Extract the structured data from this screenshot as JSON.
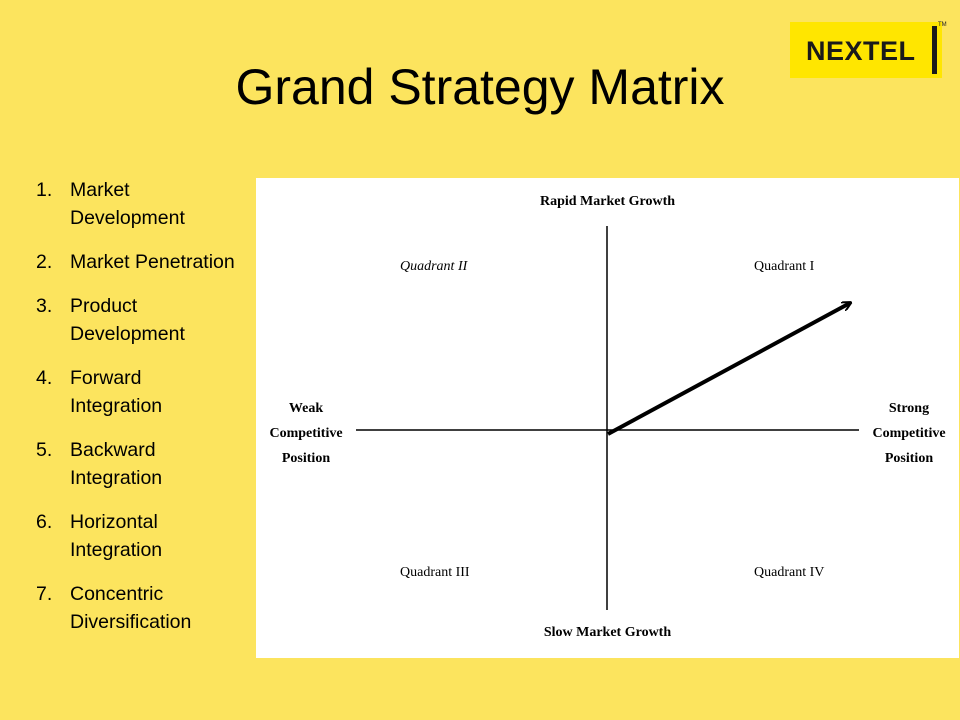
{
  "title": "Grand Strategy Matrix",
  "logo": {
    "text": "NEXTEL",
    "tm": "TM"
  },
  "strategies": [
    {
      "num": "1.",
      "text": "Market Development"
    },
    {
      "num": "2.",
      "text": "Market Penetration"
    },
    {
      "num": "3.",
      "text": "Product Development"
    },
    {
      "num": "4.",
      "text": "Forward Integration"
    },
    {
      "num": "5.",
      "text": "Backward Integration"
    },
    {
      "num": "6.",
      "text": "Horizontal Integration"
    },
    {
      "num": "7.",
      "text": "Concentric Diversification"
    }
  ],
  "matrix": {
    "top_axis": "Rapid Market Growth",
    "bottom_axis": "Slow Market Growth",
    "left_axis": "Weak Competitive Position",
    "right_axis": "Strong Competitive Position",
    "quadrant_1": "Quadrant I",
    "quadrant_2": "Quadrant II",
    "quadrant_3": "Quadrant III",
    "quadrant_4": "Quadrant IV"
  },
  "colors": {
    "background": "#FCE45E",
    "logo_bg": "#FFE600",
    "panel": "#FFFFFF",
    "ink": "#000000"
  }
}
